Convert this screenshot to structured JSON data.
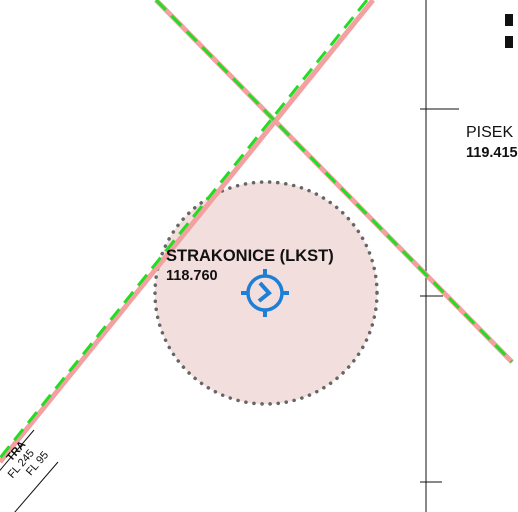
{
  "airport": {
    "name": "STRAKONICE (LKST)",
    "frequency": "118.760",
    "icon": "airfield-icon"
  },
  "neighbor_airport": {
    "name": "PISEK",
    "frequency": "119.415"
  },
  "tra_area": {
    "name": "TRA",
    "upper_limit": "FL 245",
    "lower_limit": "FL 95"
  },
  "colors": {
    "airspace_line": "#f2a0a0",
    "route_dash": "#22dd22",
    "airport_zone_fill": "#f3dede",
    "airport_zone_border": "#666666",
    "airport_symbol": "#1e7fd6",
    "grid_line": "#111111"
  }
}
